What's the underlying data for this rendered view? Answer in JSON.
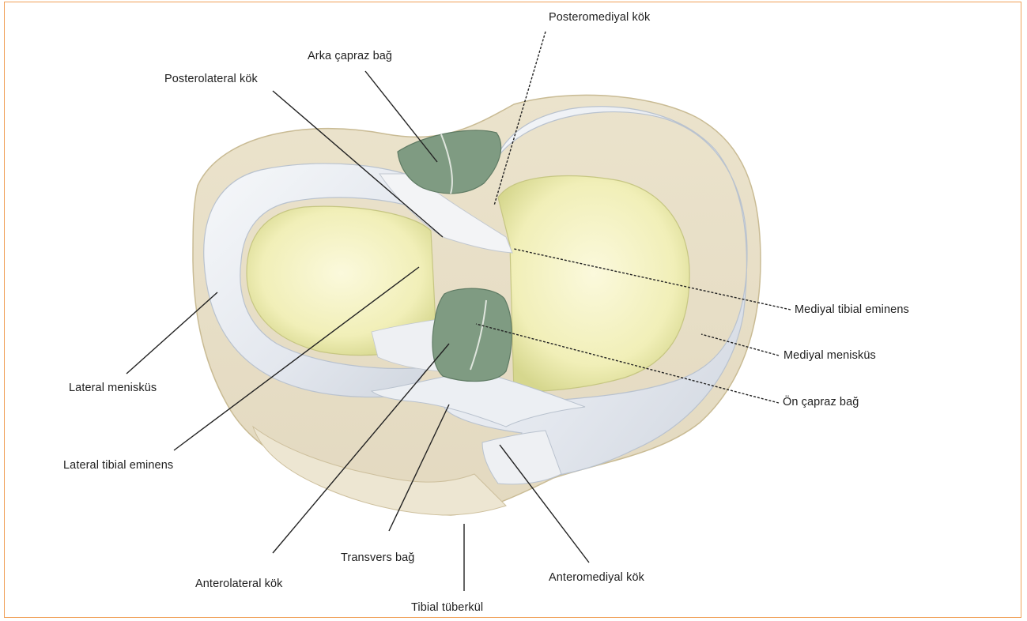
{
  "figure": {
    "frame_color": "#f0a058",
    "labels": {
      "posteromedial_root": "Posteromediyal kök",
      "posterior_cruciate": "Arka çapraz bağ",
      "posterolateral_root": "Posterolateral kök",
      "medial_tibial_eminence": "Mediyal tibial eminens",
      "medial_meniscus": "Mediyal menisküs",
      "anterior_cruciate": "Ön çapraz bağ",
      "lateral_meniscus": "Lateral menisküs",
      "lateral_tibial_eminence": "Lateral tibial eminens",
      "transverse_ligament": "Transvers bağ",
      "anteromedial_root": "Anteromediyal kök",
      "anterolateral_root": "Anterolateral kök",
      "tibial_tubercle": "Tibial tüberkül"
    }
  }
}
